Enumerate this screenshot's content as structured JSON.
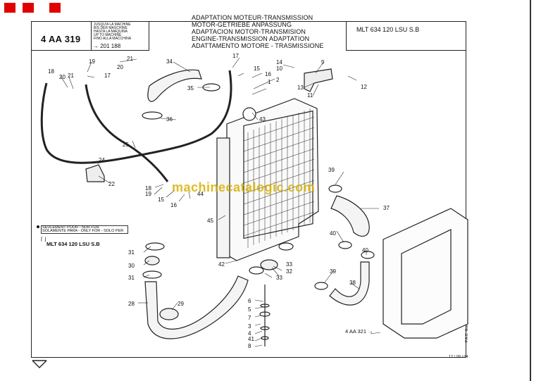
{
  "header": {
    "ref_code": "4 AA 319",
    "until_lines": [
      "JUSQU'A LA MACHINE",
      "BIS DER MASCHINE",
      "HASTA LA MAQUINA",
      "UP TO MACHINE",
      "FINO ALLA MACCHINA"
    ],
    "until_number": "201 188",
    "title_lines": [
      "ADAPTATION MOTEUR-TRANSMISSION",
      "MOTOR-GETRIEBE ANPASSUNG",
      "ADAPTACION MOTOR-TRANSMISION",
      "ENGINE-TRANSMISSION ADAPTATION",
      "ADATTAMENTO MOTORE - TRASMISSIONE"
    ],
    "model": "MLT 634 120 LSU S.B"
  },
  "legend": {
    "only_for_lines": [
      "SEULEMENT POUR - NUR FUR",
      "SOLAMENTE PARA - ONLY FOR - SOLO PER"
    ],
    "model": "MLT 634 120 LSU S.B"
  },
  "watermark": "machinecatalogic.com",
  "cross_reference": "4 AA 321",
  "date": "17 / 09 / 04",
  "footer_mark": "P.A.O. Illus",
  "part_labels": [
    "1",
    "2",
    "3",
    "4",
    "5",
    "6",
    "7",
    "8",
    "9",
    "10",
    "11",
    "12",
    "13",
    "14",
    "15",
    "16",
    "17",
    "18",
    "19",
    "20",
    "21",
    "22",
    "24",
    "25",
    "28",
    "29",
    "30",
    "31",
    "32",
    "33",
    "34",
    "35",
    "36",
    "37",
    "38",
    "39",
    "40",
    "41",
    "42",
    "43",
    "44",
    "45"
  ],
  "colors": {
    "brand_red": "#e00000",
    "watermark": "#d9b000",
    "line": "#222222"
  }
}
